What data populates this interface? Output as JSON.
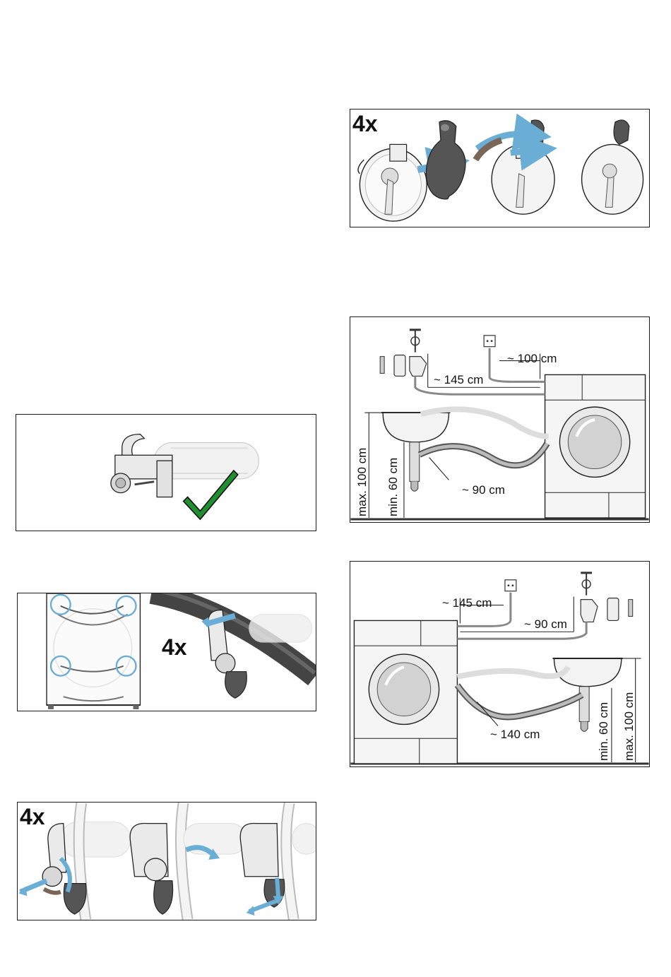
{
  "colors": {
    "accent_arrow": "#6aaed6",
    "accent_arrow_dark": "#3b86b8",
    "brown_arrow": "#7a6656",
    "check_green": "#1f8f2f",
    "dark_cap": "#555555",
    "hose_grey": "#bdbdbd",
    "outline": "#1a1a1a"
  },
  "panel_caps": {
    "step_label": "4x"
  },
  "panel_check": {
    "icon": "checkmark-icon"
  },
  "panel_hoses": {
    "step_label": "4x"
  },
  "panel_remove": {
    "step_label": "4x"
  },
  "panel_drain_right": {
    "dims": {
      "socket": "~ 100 cm",
      "tap": "~ 145 cm",
      "drain": "~ 90 cm",
      "min": "min. 60 cm",
      "max": "max. 100 cm"
    }
  },
  "panel_drain_left": {
    "dims": {
      "socket": "~ 145 cm",
      "tap": "~ 90 cm",
      "drain": "~ 140 cm",
      "min": "min. 60 cm",
      "max": "max. 100 cm"
    }
  }
}
